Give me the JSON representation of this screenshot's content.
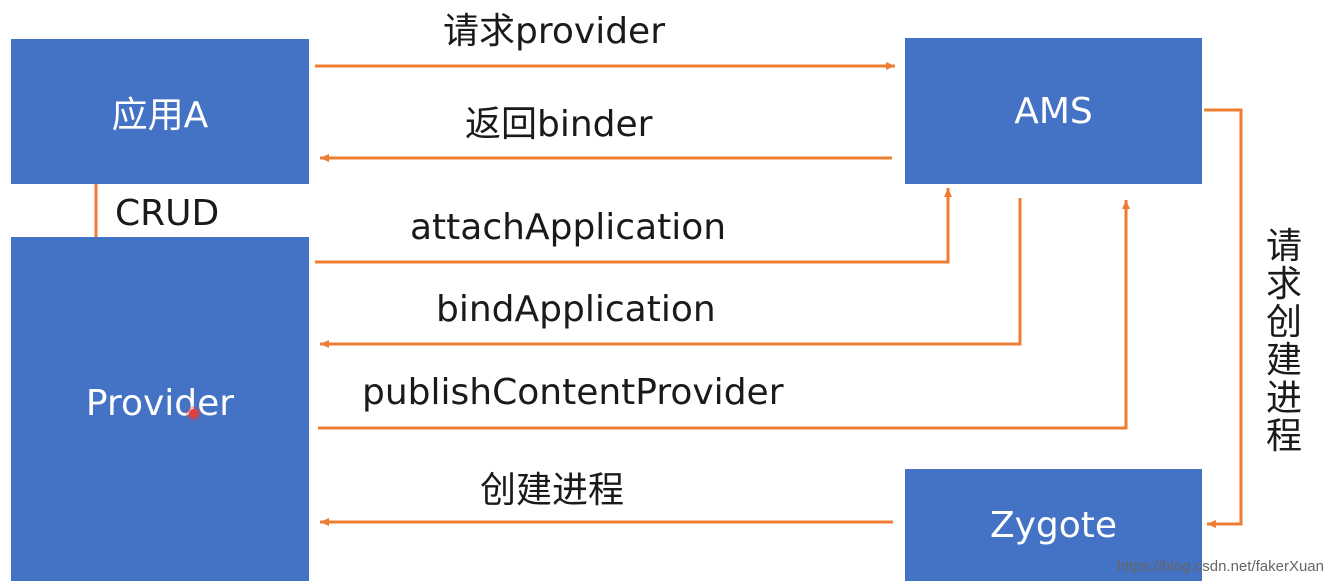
{
  "boxes": {
    "app": "应用A",
    "provider": "Provider",
    "ams": "AMS",
    "zygote": "Zygote"
  },
  "edges": {
    "request_provider": "请求provider",
    "return_binder": "返回binder",
    "crud": "CRUD",
    "attach_application": "attachApplication",
    "bind_application": "bindApplication",
    "publish_content_provider": "publishContentProvider",
    "create_process": "创建进程",
    "request_create_process": "请求创建进程"
  },
  "colors": {
    "box_fill": "#4472c4",
    "arrow": "#ed7d31",
    "label_text": "#1a1a1a",
    "box_text": "#ffffff"
  },
  "watermark": "https://blog.csdn.net/fakerXuan"
}
